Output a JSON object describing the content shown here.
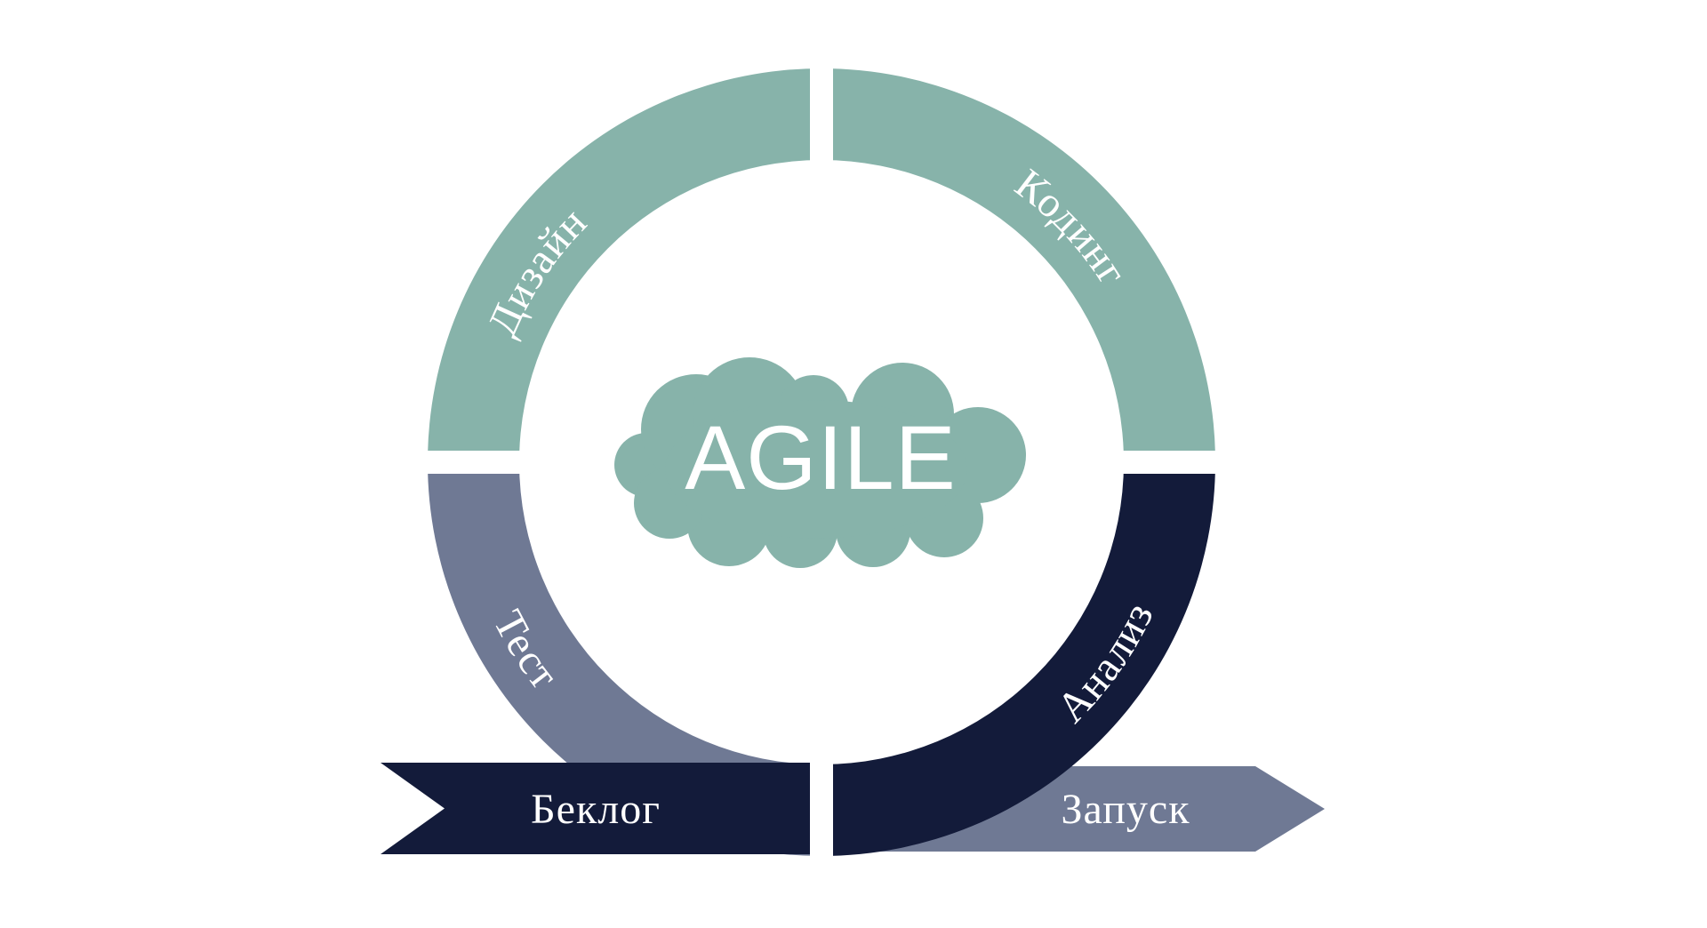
{
  "colors": {
    "background": "#ffffff",
    "teal": "#87b3aa",
    "gray": "#6f7994",
    "navy": "#131b3a",
    "label": "#ffffff"
  },
  "center_label": "AGILE",
  "phases": [
    {
      "id": "design",
      "label": "Дизайн"
    },
    {
      "id": "coding",
      "label": "Кодинг"
    },
    {
      "id": "analysis",
      "label": "Анализ"
    },
    {
      "id": "testing",
      "label": "Тест"
    }
  ],
  "banners": [
    {
      "id": "backlog",
      "label": "Беклог"
    },
    {
      "id": "launch",
      "label": "Запуск"
    }
  ]
}
